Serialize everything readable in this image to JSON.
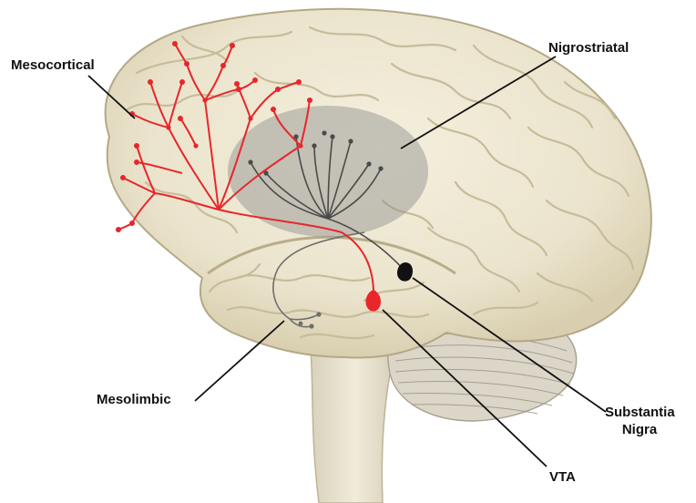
{
  "labels": {
    "mesocortical": "Mesocortical",
    "nigrostriatal": "Nigrostriatal",
    "mesolimbic": "Mesolimbic",
    "substantia_line1": "Substantia",
    "substantia_line2": "Nigra",
    "vta": "VTA"
  },
  "colors": {
    "mesocortical_pathway": "#e8262b",
    "nigrostriatal_pathway": "#4a4a4a",
    "mesolimbic_pathway": "#6e6e6e",
    "striatum_region": "#9a9a9a",
    "brain_fill": "#ede7d3",
    "brain_outline": "#b9ae8c",
    "cerebellum_fill": "#dcd6c8",
    "brainstem_fill": "#e9e3cf",
    "leader_line": "#111111"
  }
}
